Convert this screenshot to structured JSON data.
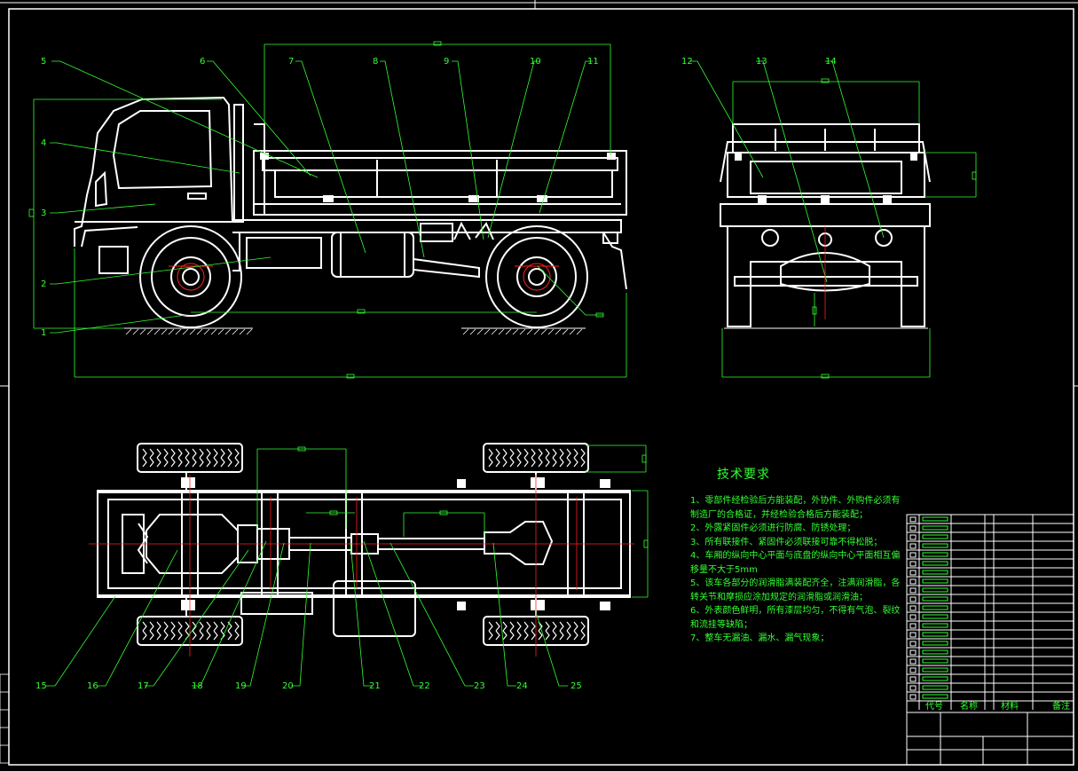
{
  "title_requirements": "技术要求",
  "requirements": [
    "1、零部件经检验后方能装配，外协件、外购件必须有制造厂的合格证，并经检验合格后方能装配；",
    "2、外露紧固件必须进行防腐、防锈处理；",
    "3、所有联接件、紧固件必须联接可靠不得松脱；",
    "4、车厢的纵向中心平面与底盘的纵向中心平面相互偏移量不大于5mm",
    "5、该车各部分的润滑脂满装配齐全，注满润滑脂，各转关节和摩损应涂加规定的润滑脂或润滑油；",
    "6、外表颜色鲜明，所有漆层均匀，不得有气泡、裂纹和流挂等缺陷；",
    "7、整车无漏油、漏水、漏气现象；"
  ],
  "part_labels": [
    "1",
    "2",
    "3",
    "4",
    "5",
    "6",
    "7",
    "8",
    "9",
    "10",
    "11",
    "12",
    "13",
    "14",
    "15",
    "16",
    "17",
    "18",
    "19",
    "20",
    "21",
    "22",
    "23",
    "24",
    "25"
  ],
  "bom_headers": [
    "代号",
    "名称",
    "材料",
    "备注"
  ],
  "colors": {
    "background": "#000000",
    "outline": "#ffffff",
    "dimension": "#33ff33",
    "centerline": "#ff2020",
    "frame": "#ffffff"
  }
}
